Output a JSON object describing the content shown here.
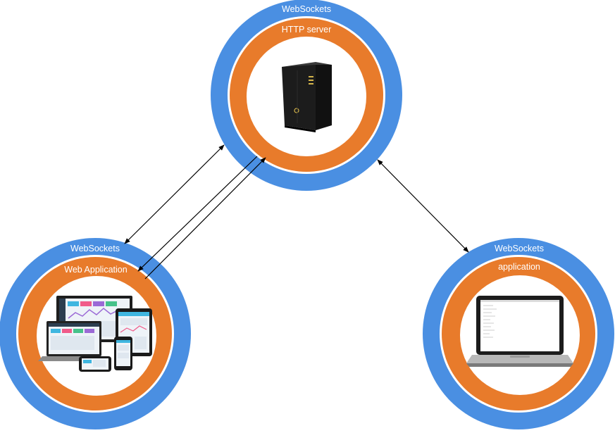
{
  "nodes": {
    "server": {
      "outer_label": "WebSockets",
      "inner_label": "HTTP server",
      "icon": "server-tower-icon"
    },
    "web_app": {
      "outer_label": "WebSockets",
      "inner_label": "Web Application",
      "icon": "responsive-devices-icon"
    },
    "app": {
      "outer_label": "WebSockets",
      "inner_label": "application",
      "icon": "laptop-icon"
    }
  },
  "colors": {
    "outer_ring": "#4a8fe2",
    "inner_ring": "#e87b2b",
    "arrow": "#000000"
  }
}
